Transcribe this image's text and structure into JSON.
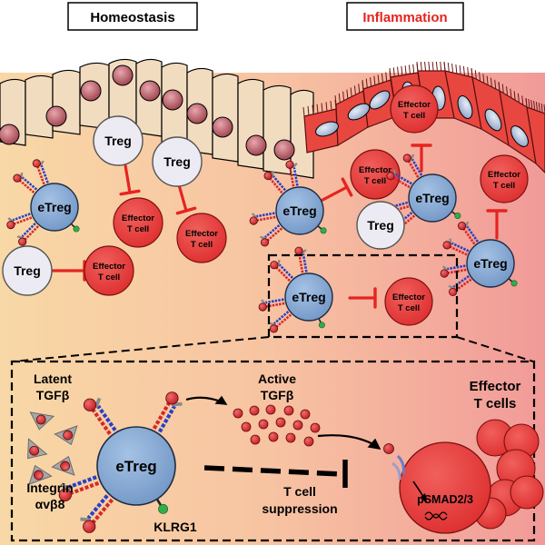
{
  "headers": {
    "homeostasis": "Homeostasis",
    "inflammation": "Inflammation"
  },
  "cells": {
    "treg": "Treg",
    "etreg": "eTreg",
    "effector_line1": "Effector",
    "effector_line2": "T cell"
  },
  "inset": {
    "latent_line1": "Latent",
    "latent_line2": "TGFβ",
    "active_line1": "Active",
    "active_line2": "TGFβ",
    "effector_line1": "Effector",
    "effector_line2": "T cells",
    "integrin_line1": "Integrin",
    "integrin_line2": "αvβ8",
    "klrg1": "KLRG1",
    "suppression_line1": "T cell",
    "suppression_line2": "suppression",
    "psmad": "pSMAD2/3",
    "etreg": "eTreg"
  },
  "colors": {
    "treg_fill": "#ecebf3",
    "etreg_fill": "#86a9d3",
    "effector_fill": "#e8393a",
    "inhibit": "#e52420",
    "inflamed_epithelium": "#e8473f",
    "normal_epithelium": "#f2dcc0",
    "nucleus_normal": "#b0505a",
    "nucleus_inflamed": "#9fb4d6"
  }
}
